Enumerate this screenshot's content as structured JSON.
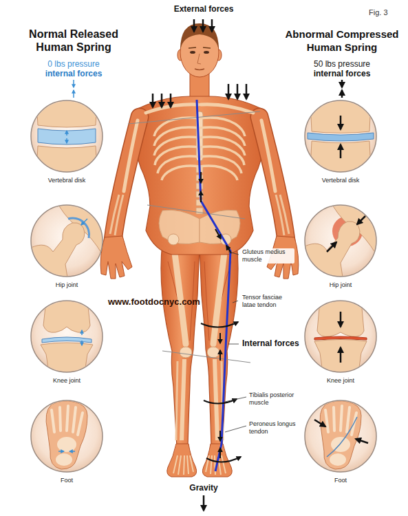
{
  "diagram": {
    "nodes": [
      {
        "text": [
          "Vertebral disk"
        ]
      },
      {
        "text": [
          "Vertebral disk"
        ]
      },
      {
        "text": [
          "Hip joint"
        ]
      },
      {
        "text": [
          "Hip joint"
        ]
      },
      {
        "text": [
          "Knee joint"
        ]
      },
      {
        "text": [
          "Knee joint"
        ]
      },
      {
        "text": [
          "Foot"
        ]
      },
      {
        "text": [
          "Foot"
        ]
      }
    ],
    "labels": [
      "Fig. 3",
      "External forces",
      "Normal Released Human Spring",
      "0 lbs pressure",
      "internal forces",
      "Abnormal Compressed Human Spring",
      "50 lbs pressure",
      "internal forces",
      "Gluteus medius muscle",
      "www.footdocnyc.com",
      "Tensor fasciae latae tendon",
      "Internal forces",
      "Tibialis posterior muscle",
      "Peroneus longus tendon",
      "Gravity"
    ]
  }
}
